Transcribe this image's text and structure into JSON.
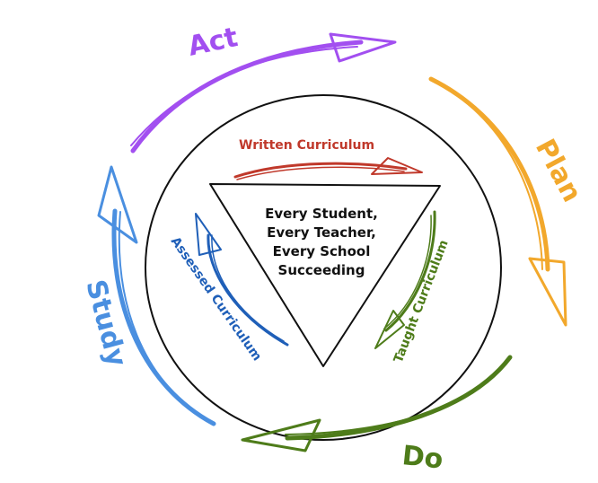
{
  "center": {
    "lines": [
      "Every Student,",
      "Every Teacher,",
      "Every School",
      "Succeeding"
    ]
  },
  "cycle": {
    "act": "Act",
    "plan": "Plan",
    "do": "Do",
    "study": "Study"
  },
  "curriculum": {
    "written": "Written Curriculum",
    "taught": "Taught Curriculum",
    "assessed": "Assessed Curriculum"
  },
  "colors": {
    "act": "#a24ff0",
    "plan": "#f2a82c",
    "do": "#4e7c1a",
    "study": "#4a8fe0",
    "written": "#c0392b",
    "taught": "#4e7c1a",
    "assessed": "#1f5fb8",
    "ink": "#111111"
  }
}
